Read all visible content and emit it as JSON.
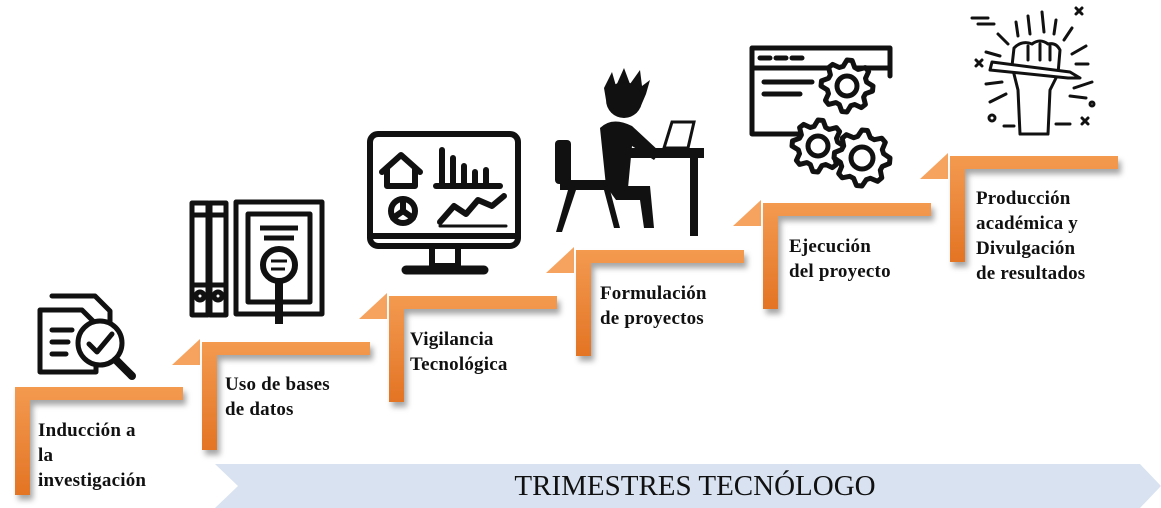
{
  "colors": {
    "orange_dark": "#e8792a",
    "orange_light": "#f6a35f",
    "banner": "#d8e2f0",
    "icon": "#111111"
  },
  "steps": [
    {
      "label": "Inducción a\nla\ninvestigación",
      "icon": "document-magnifier-icon"
    },
    {
      "label": "Uso de bases\nde datos",
      "icon": "database-book-icon"
    },
    {
      "label": "Vigilancia\nTecnológica",
      "icon": "monitor-dashboard-icon"
    },
    {
      "label": "Formulación\nde proyectos",
      "icon": "person-at-desk-icon"
    },
    {
      "label": "Ejecución\ndel proyecto",
      "icon": "window-gears-icon"
    },
    {
      "label": "Producción\nacadémica y\nDivulgación\nde resultados",
      "icon": "raised-fist-pen-icon"
    }
  ],
  "banner": {
    "label": "TRIMESTRES TECNÓLOGO"
  }
}
